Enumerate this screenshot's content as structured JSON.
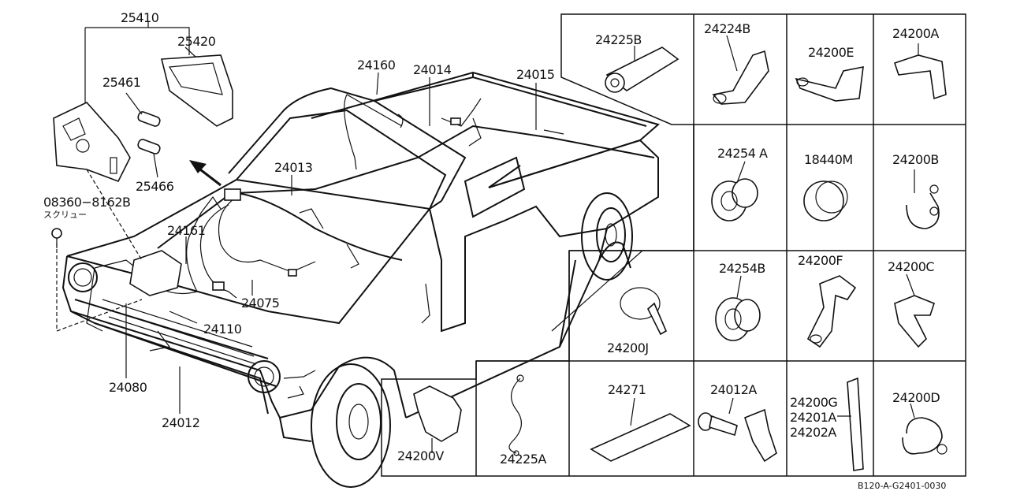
{
  "labels": {
    "p25410": "25410",
    "p25420": "25420",
    "p25461": "25461",
    "p25466": "25466",
    "p08360": "08360−8162B",
    "screw": "スクリュー",
    "p24160": "24160",
    "p24014": "24014",
    "p24015": "24015",
    "p24013": "24013",
    "p24161": "24161",
    "p24075": "24075",
    "p24110": "24110",
    "p24080": "24080",
    "p24012": "24012",
    "p24225B": "24225B",
    "p24224B": "24224B",
    "p24200E": "24200E",
    "p24200A": "24200A",
    "p24254A": "24254 A",
    "p18440M": "18440M",
    "p24200B": "24200B",
    "p24254B": "24254B",
    "p24200F": "24200F",
    "p24200C": "24200C",
    "p24200J": "24200J",
    "p24271": "24271",
    "p24012A": "24012A",
    "p24200G": "24200G",
    "p24201A": "24201A",
    "p24202A": "24202A",
    "p24200D": "24200D",
    "p24200V": "24200V",
    "p24225A": "24225A"
  },
  "diagram_code": "B120-A-G2401-0030"
}
